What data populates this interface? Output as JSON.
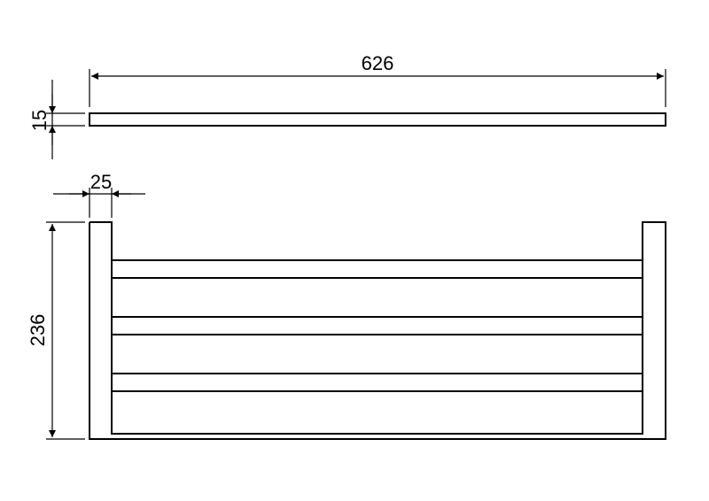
{
  "drawing": {
    "dimensions": {
      "overall_width": "626",
      "top_thickness": "15",
      "post_width": "25",
      "overall_height": "236"
    },
    "colors": {
      "line": "#000000",
      "background": "#ffffff"
    }
  }
}
